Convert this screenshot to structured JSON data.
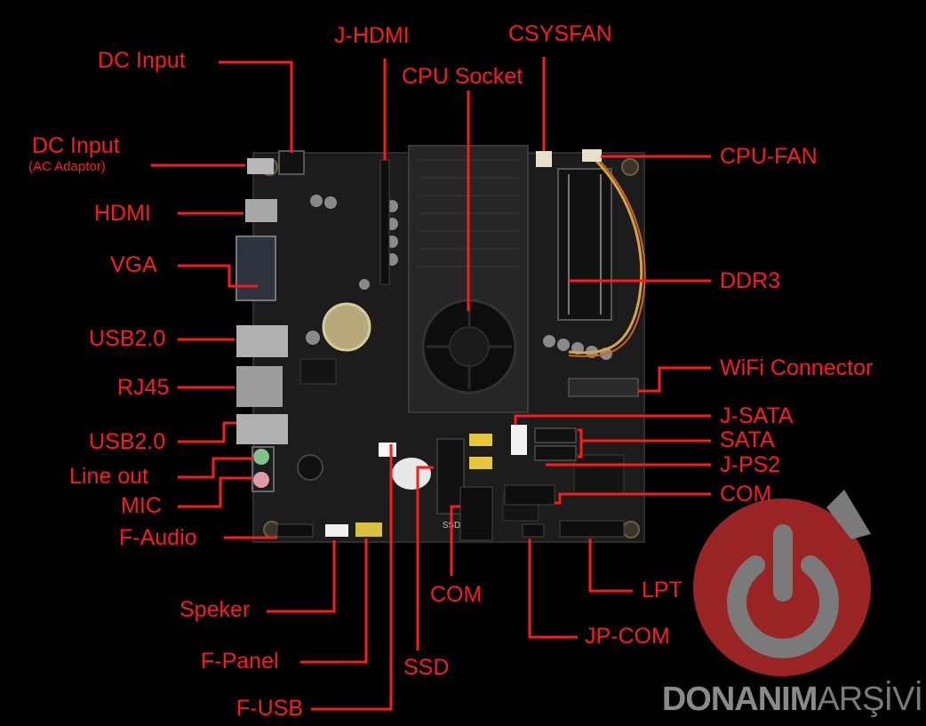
{
  "colors": {
    "label": "#ff1a1a",
    "background": "#000000",
    "board": "#1c1c1c",
    "watermark": "#b52a2a"
  },
  "labels": {
    "dc_input": "DC Input",
    "dc_input_ac": "DC Input",
    "ac_adaptor": "(AC Adaptor)",
    "hdmi": "HDMI",
    "vga": "VGA",
    "usb20_top": "USB2.0",
    "rj45": "RJ45",
    "usb20_bottom": "USB2.0",
    "line_out": "Line out",
    "mic": "MIC",
    "f_audio": "F-Audio",
    "speker": "Speker",
    "f_panel": "F-Panel",
    "f_usb": "F-USB",
    "ssd": "SSD",
    "com_bottom": "COM",
    "jp_com": "JP-COM",
    "lpt": "LPT",
    "j_hdmi": "J-HDMI",
    "cpu_socket": "CPU Socket",
    "csysfan": "CSYSFAN",
    "cpu_fan": "CPU-FAN",
    "ddr3": "DDR3",
    "wifi_connector": "WiFi Connector",
    "j_sata": "J-SATA",
    "sata": "SATA",
    "j_ps2": "J-PS2",
    "com_right": "COM",
    "board_ssd_mark": "SSD"
  },
  "watermark": {
    "brand_bold": "DONANIM",
    "brand_light": "ARŞİVİ",
    "icon": "power-icon"
  }
}
